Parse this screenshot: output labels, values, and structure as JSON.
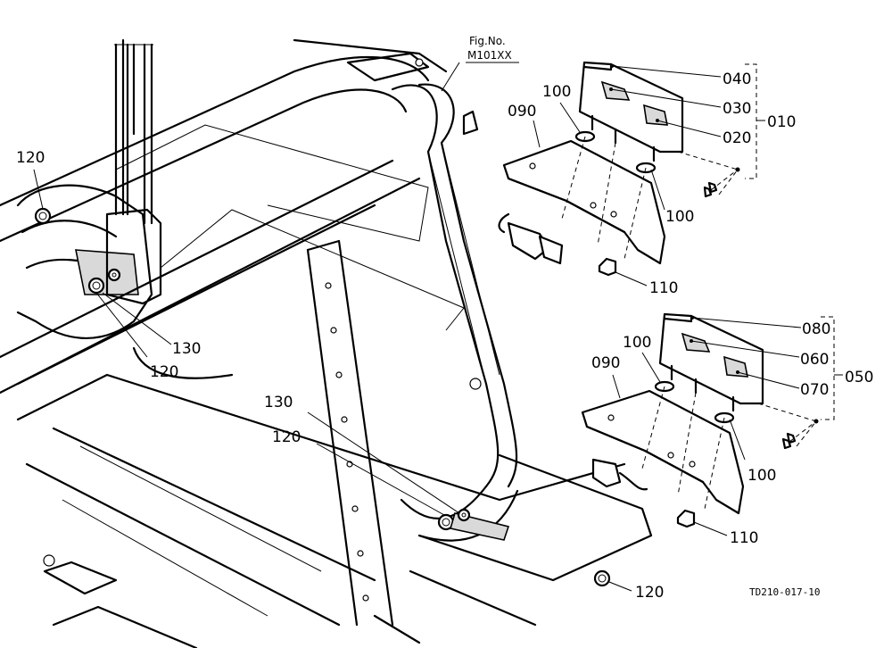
{
  "figure_ref": {
    "label": "Fig.No.",
    "number": "M101XX"
  },
  "drawing_code": "TD210-017-10",
  "callouts": {
    "c010": "010",
    "c020": "020",
    "c030": "030",
    "c040": "040",
    "c050": "050",
    "c060": "060",
    "c070": "070",
    "c080": "080",
    "c090a": "090",
    "c090b": "090",
    "c100a": "100",
    "c100b": "100",
    "c100c": "100",
    "c100d": "100",
    "c110a": "110",
    "c110b": "110",
    "c120a": "120",
    "c120b": "120",
    "c120c": "120",
    "c120d": "120",
    "c130a": "130",
    "c130b": "130"
  }
}
